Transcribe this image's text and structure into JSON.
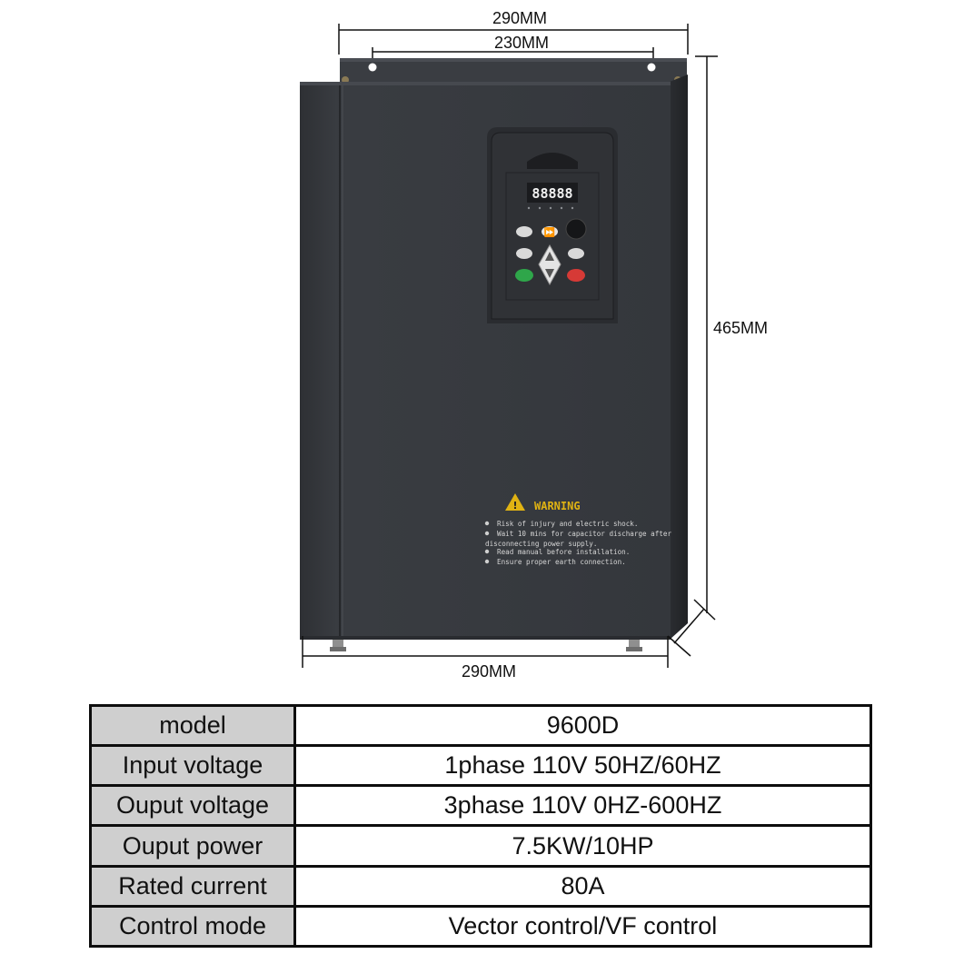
{
  "dimensions": {
    "top_width": "290MM",
    "mount_spacing": "230MM",
    "height": "465MM",
    "bottom_width": "290MM"
  },
  "device": {
    "body_color": "#3a3d42",
    "display_readout": "88888",
    "warning": {
      "title": "WARNING",
      "lines": [
        "Risk of injury and electric shock.",
        "Wait 10 mins for capacitor discharge after",
        "disconnecting power supply.",
        "Read manual before installation.",
        "Ensure proper earth connection."
      ]
    }
  },
  "specs": [
    {
      "label": "model",
      "value": "9600D"
    },
    {
      "label": "Input voltage",
      "value": "1phase 110V 50HZ/60HZ"
    },
    {
      "label": "Ouput voltage",
      "value": "3phase 110V 0HZ-600HZ"
    },
    {
      "label": "Ouput power",
      "value": "7.5KW/10HP"
    },
    {
      "label": "Rated current",
      "value": "80A"
    },
    {
      "label": "Control mode",
      "value": "Vector control/VF control"
    }
  ]
}
